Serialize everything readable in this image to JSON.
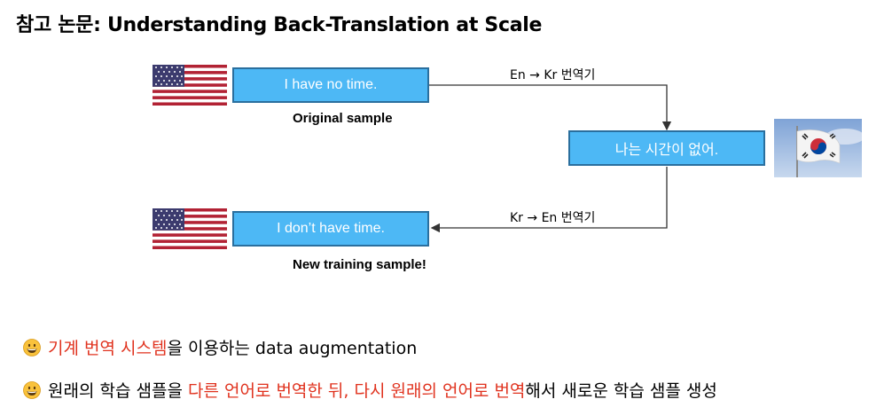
{
  "title": "참고 논문: Understanding Back-Translation at Scale",
  "diagram": {
    "source_box": "I have no time.",
    "source_caption": "Original sample",
    "korean_box": "나는 시간이 없어.",
    "result_box": "I don’t have time.",
    "result_caption": "New training sample!",
    "forward_label": "En → Kr 번역기",
    "backward_label": "Kr → En 번역기",
    "flag_us": "us-flag",
    "flag_kr": "korea-flag"
  },
  "bullets": [
    {
      "icon": "grinning-face-emoji",
      "highlight": "기계 번역 시스템",
      "rest": "을 이용하는 data augmentation"
    },
    {
      "icon": "grinning-face-emoji",
      "prefix": "원래의 학습 샘플을 ",
      "highlight": "다른 언어로 번역한 뒤, 다시 원래의 언어로 번역",
      "suffix": "해서 새로운 학습 샘플 생성"
    }
  ],
  "colors": {
    "box_fill": "#4db8f5",
    "box_border": "#2a6f9e",
    "highlight": "#e0321e"
  }
}
